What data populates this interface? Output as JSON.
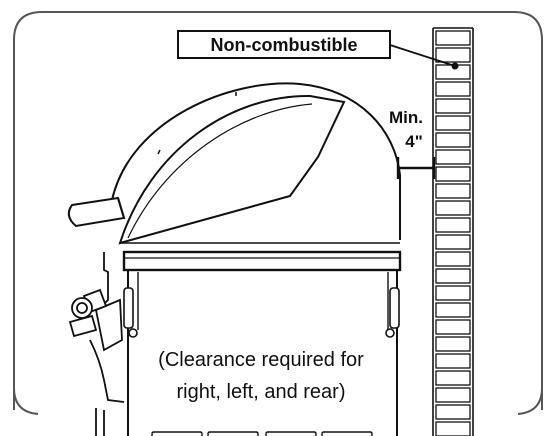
{
  "labels": {
    "material": "Non-combustible",
    "clearance_line1": "Min.",
    "clearance_line2": "4\"",
    "note_line1": "(Clearance required for",
    "note_line2": "right, left, and rear)"
  },
  "colors": {
    "line": "#111111",
    "background": "#ffffff",
    "frame": "#555555"
  }
}
